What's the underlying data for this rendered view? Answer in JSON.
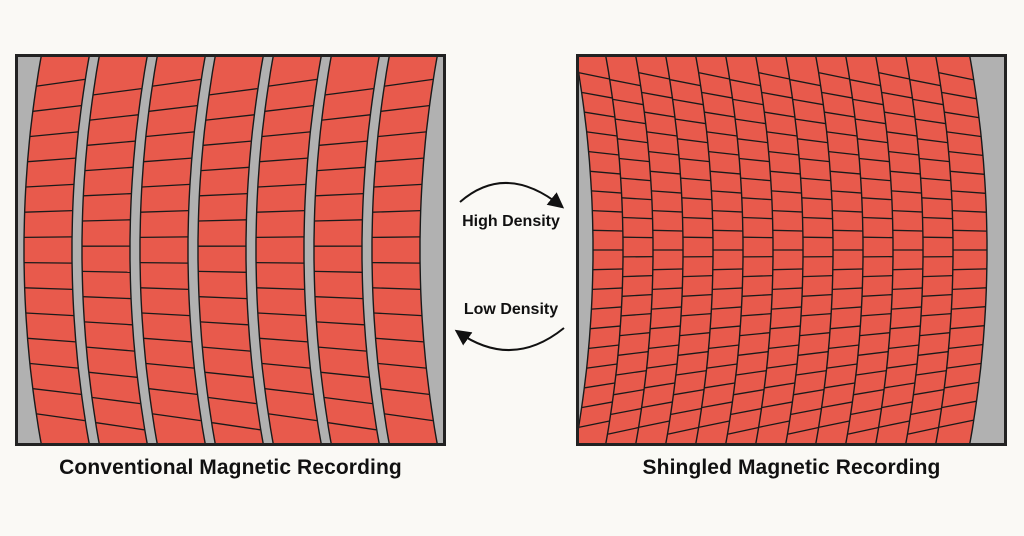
{
  "diagram": {
    "left_caption": "Conventional Magnetic Recording",
    "right_caption": "Shingled Magnetic Recording",
    "arrow_top_label": "High Density",
    "arrow_bottom_label": "Low Density",
    "colors": {
      "background": "#faf9f5",
      "track_fill": "#e85a4c",
      "gap": "#b1b1b1",
      "border": "#222222"
    },
    "conventional": {
      "track_count": 7,
      "bits_per_track": 15,
      "has_guard_bands": true
    },
    "shingled": {
      "track_count": 13,
      "bits_per_track": 20,
      "has_guard_bands": false
    }
  }
}
